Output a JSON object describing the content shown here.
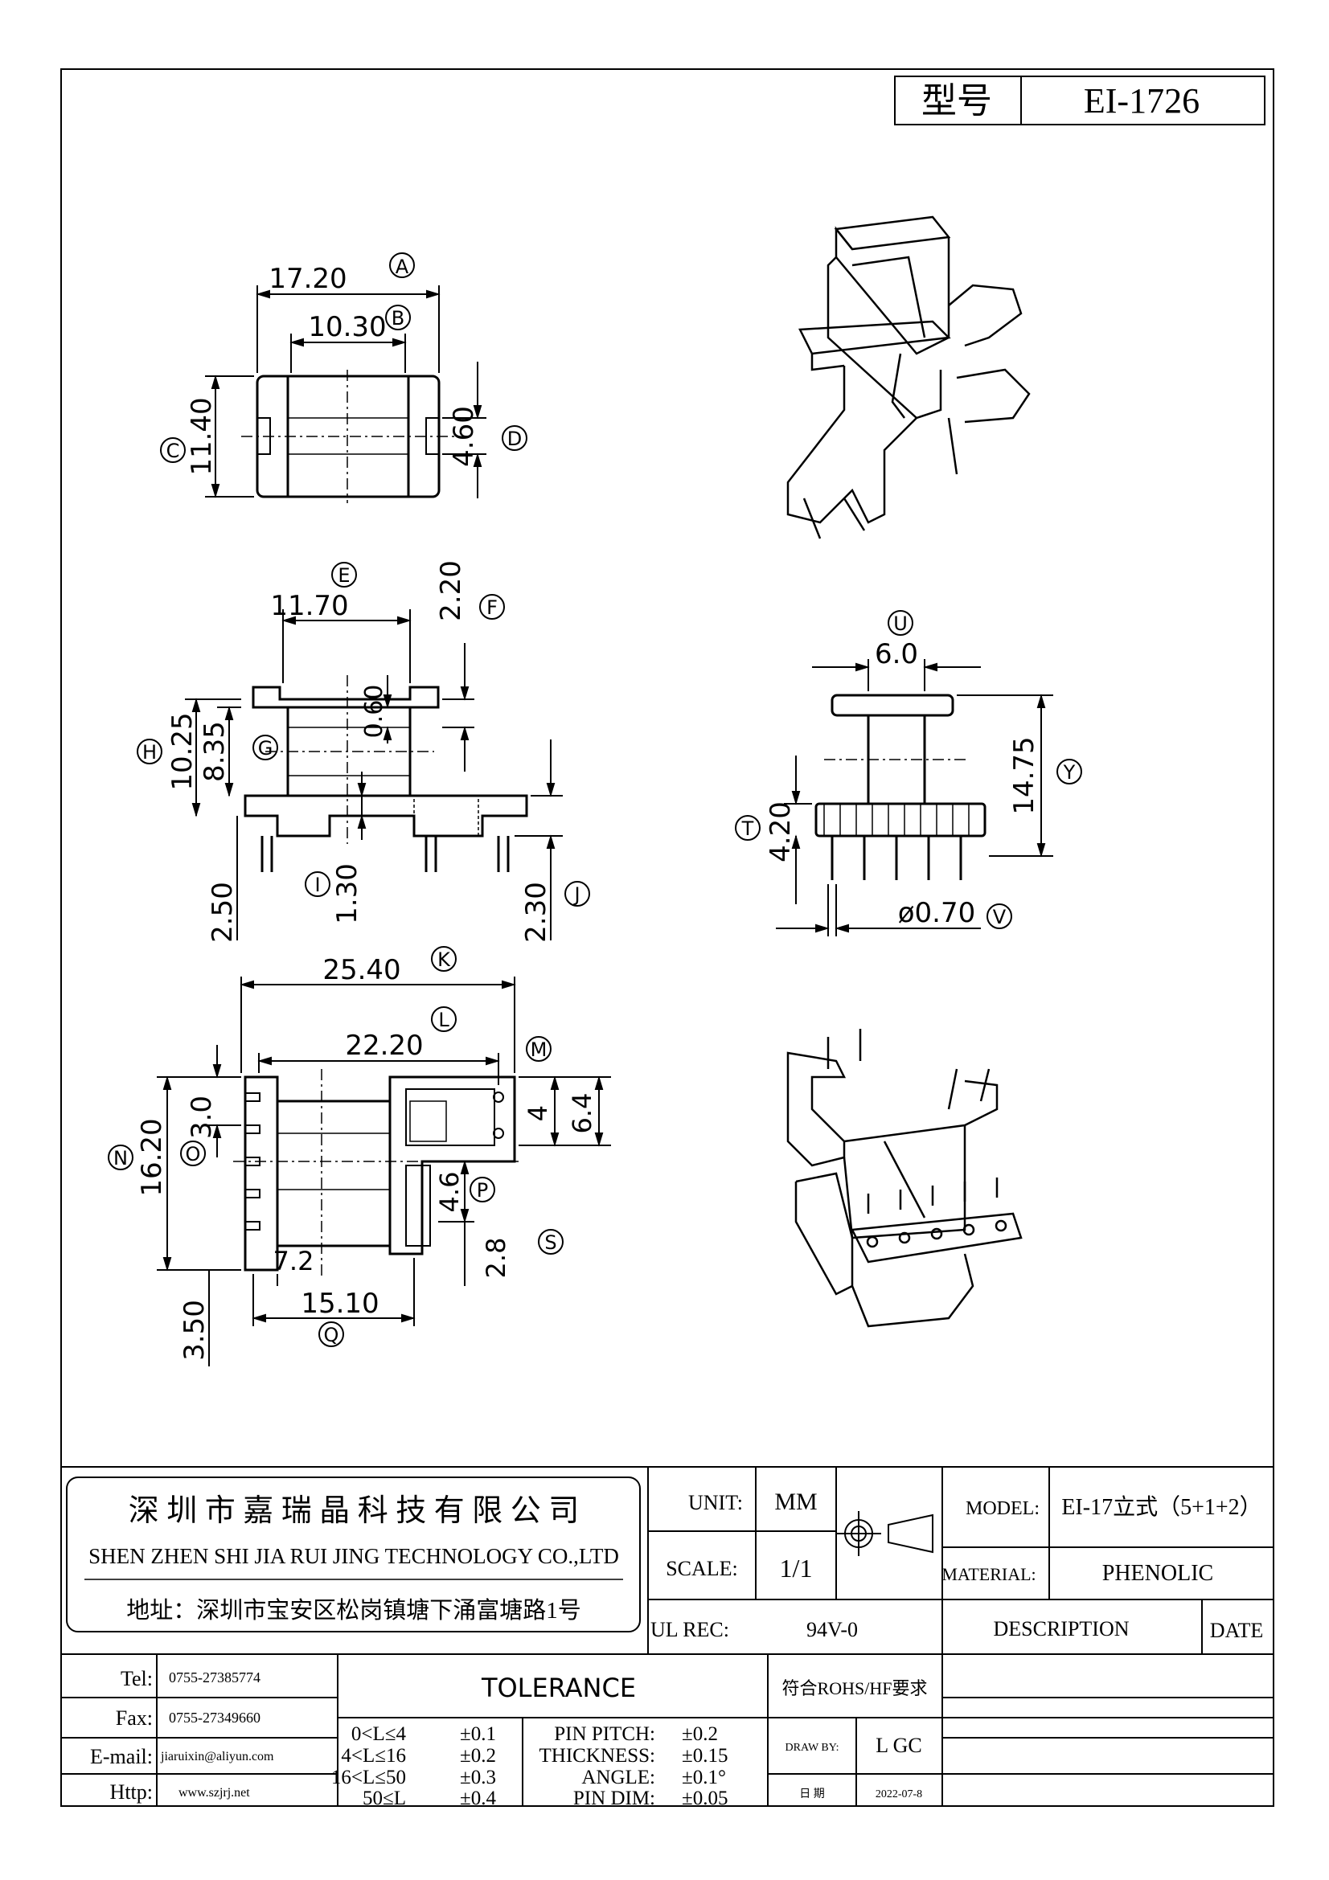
{
  "title_block": {
    "label": "型号",
    "model": "EI-1726"
  },
  "dims": {
    "A": {
      "letter": "A",
      "value": "17.20"
    },
    "B": {
      "letter": "B",
      "value": "10.30"
    },
    "C": {
      "letter": "C",
      "value": "11.40"
    },
    "D": {
      "letter": "D",
      "value": "4.60"
    },
    "E": {
      "letter": "E",
      "value": "11.70"
    },
    "F": {
      "letter": "F",
      "value": "2.20"
    },
    "G": {
      "letter": "G",
      "value": "8.35"
    },
    "H": {
      "letter": "H",
      "value": "10.25"
    },
    "G2": {
      "value": "0.60"
    },
    "I": {
      "letter": "I",
      "value": "1.30"
    },
    "J": {
      "letter": "J",
      "value": "2.30"
    },
    "J2": {
      "value": "2.50"
    },
    "K": {
      "letter": "K",
      "value": "25.40"
    },
    "L": {
      "letter": "L",
      "value": "22.20"
    },
    "M": {
      "letter": "M",
      "value": "4"
    },
    "M2": {
      "value": "6.4"
    },
    "N": {
      "letter": "N",
      "value": "16.20"
    },
    "O": {
      "letter": "O",
      "value": "3.0"
    },
    "P": {
      "letter": "P",
      "value": "4.6"
    },
    "Q": {
      "letter": "Q",
      "value": "15.10"
    },
    "S": {
      "letter": "S",
      "value": "2.8"
    },
    "R": {
      "value": "7.2"
    },
    "R2": {
      "value": "3.50"
    },
    "U": {
      "letter": "U",
      "value": "6.0"
    },
    "Y": {
      "letter": "Y",
      "value": "14.75"
    },
    "T": {
      "letter": "T",
      "value": "4.20"
    },
    "V": {
      "letter": "V",
      "value": "ø0.70"
    }
  },
  "company": {
    "name_cn": "深 圳 市 嘉 瑞 晶 科 技 有 限 公 司",
    "name_en": "SHEN ZHEN SHI   JIA RUI JING   TECHNOLOGY CO.,LTD",
    "address": "地址：深圳市宝安区松岗镇塘下涌富塘路1号"
  },
  "info": {
    "unit_label": "UNIT:",
    "unit_value": "MM",
    "scale_label": "SCALE:",
    "scale_value": "1/1",
    "ul_label": "UL REC:",
    "ul_value": "94V-0",
    "model_label": "MODEL:",
    "model_value": "EI-17立式（5+1+2）",
    "material_label": "MATERIAL:",
    "material_value": "PHENOLIC",
    "description_label": "DESCRIPTION",
    "date_label": "DATE"
  },
  "contact": {
    "tel_label": "Tel:",
    "tel": "0755-27385774",
    "fax_label": "Fax:",
    "fax": "0755-27349660",
    "email_label": "E-mail:",
    "email": "jiaruixin@aliyun.com",
    "http_label": "Http:",
    "http": "www.szjrj.net"
  },
  "tolerance": {
    "title": "TOLERANCE",
    "rows": [
      {
        "range": "0<L≤4",
        "tol": "±0.1",
        "item": "PIN PITCH:",
        "item_tol": "±0.2"
      },
      {
        "range": "4<L≤16",
        "tol": "±0.2",
        "item": "THICKNESS:",
        "item_tol": "±0.15"
      },
      {
        "range": "16<L≤50",
        "tol": "±0.3",
        "item": "ANGLE:",
        "item_tol": "±0.1°"
      },
      {
        "range": "50≤L",
        "tol": "±0.4",
        "item": "PIN DIM:",
        "item_tol": "±0.05"
      }
    ]
  },
  "approval": {
    "rohs": "符合ROHS/HF要求",
    "draw_by_label": "DRAW BY:",
    "draw_by": "L GC",
    "date_label": "日 期",
    "date": "2022-07-8"
  }
}
